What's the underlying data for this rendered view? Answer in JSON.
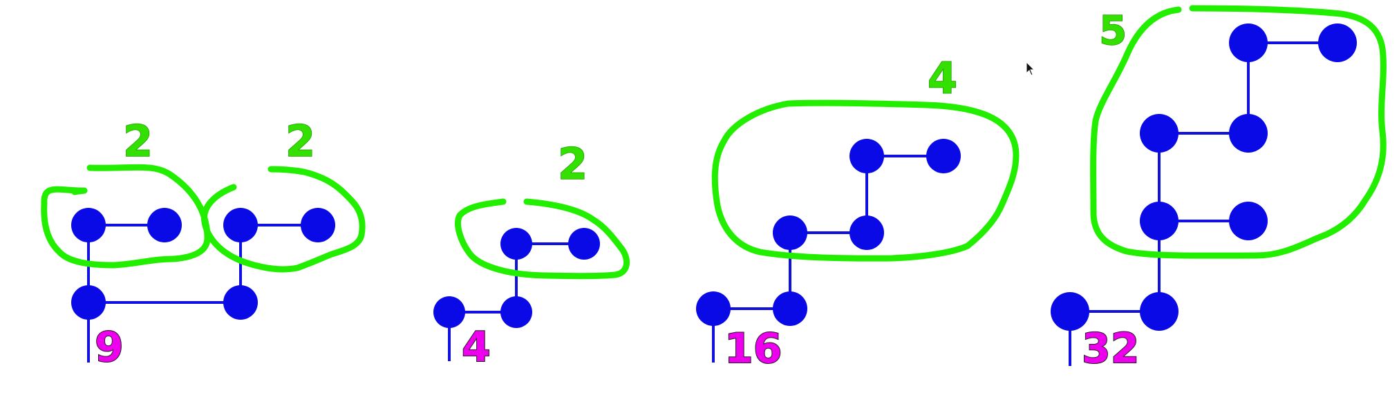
{
  "diagrams": [
    {
      "subtree_labels": [
        "2",
        "2"
      ],
      "count": "9"
    },
    {
      "subtree_labels": [
        "2"
      ],
      "count": "4"
    },
    {
      "subtree_labels": [
        "4"
      ],
      "count": "16"
    },
    {
      "subtree_labels": [
        "5"
      ],
      "count": "32"
    }
  ],
  "colors": {
    "edge": "#1010e0",
    "node": "#0a0ae6",
    "loop": "#22ee00",
    "count_label": "#ee00ee"
  },
  "cursor": "arrow-cursor-icon"
}
